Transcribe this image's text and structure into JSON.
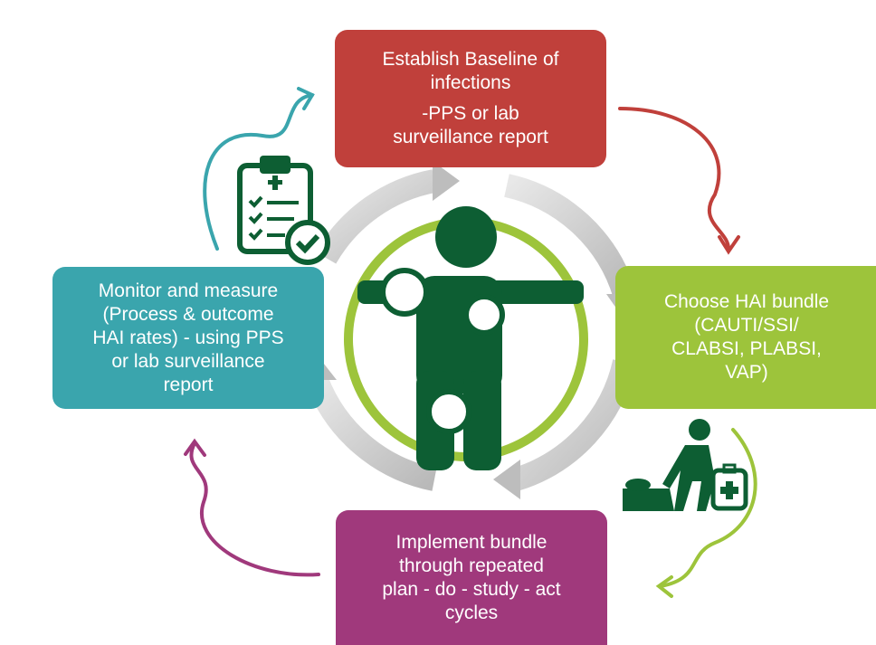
{
  "steps": {
    "top": {
      "title_lines": [
        "Establish Baseline of",
        "infections"
      ],
      "sub_lines": [
        "-PPS or lab",
        "surveillance report"
      ]
    },
    "right": {
      "lines": [
        "Choose HAI bundle",
        "(CAUTI/SSI/",
        "CLABSI, PLABSI,",
        "VAP)"
      ]
    },
    "bottom": {
      "lines": [
        "Implement bundle",
        "through repeated",
        "plan - do - study - act",
        "cycles"
      ]
    },
    "left": {
      "lines": [
        "Monitor and measure",
        "(Process & outcome",
        "HAI rates) - using PPS",
        "or lab surveillance",
        "report"
      ]
    }
  },
  "colors": {
    "red": "#c0403b",
    "green": "#9dc43b",
    "purple": "#a0397c",
    "teal": "#3aa5ad",
    "dark_green": "#0d5e33",
    "grey_arrow": "#c9c9c9"
  },
  "icons": [
    "human-figure-icon",
    "clipboard-checklist-icon",
    "person-with-medical-kit-icon"
  ]
}
